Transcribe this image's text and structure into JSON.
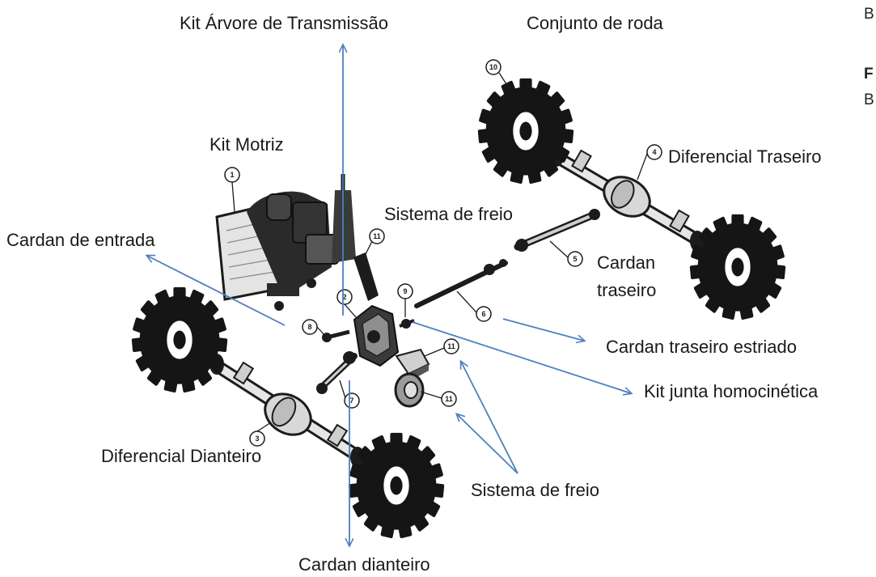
{
  "labels": {
    "kit_arvore": "Kit Árvore de Transmissão",
    "conjunto_roda": "Conjunto de roda",
    "kit_motriz": "Kit Motriz",
    "diferencial_traseiro": "Diferencial Traseiro",
    "sistema_freio_top": "Sistema de freio",
    "cardan_entrada": "Cardan de entrada",
    "cardan_traseiro_l1": "Cardan",
    "cardan_traseiro_l2": "traseiro",
    "cardan_traseiro_estriado": "Cardan traseiro estriado",
    "kit_junta": "Kit junta homocinética",
    "diferencial_dianteiro": "Diferencial Dianteiro",
    "sistema_freio_bottom": "Sistema de freio",
    "cardan_dianteiro": "Cardan dianteiro"
  },
  "side_text": {
    "line1": "B",
    "line2": "F",
    "line3": "B"
  },
  "callouts": [
    "1",
    "2",
    "3",
    "4",
    "5",
    "6",
    "7",
    "8",
    "9",
    "10",
    "11",
    "11",
    "11"
  ],
  "colors": {
    "arrow": "#4f7fc0",
    "parts": "#1c1c1c",
    "label": "#1a1a1a"
  }
}
